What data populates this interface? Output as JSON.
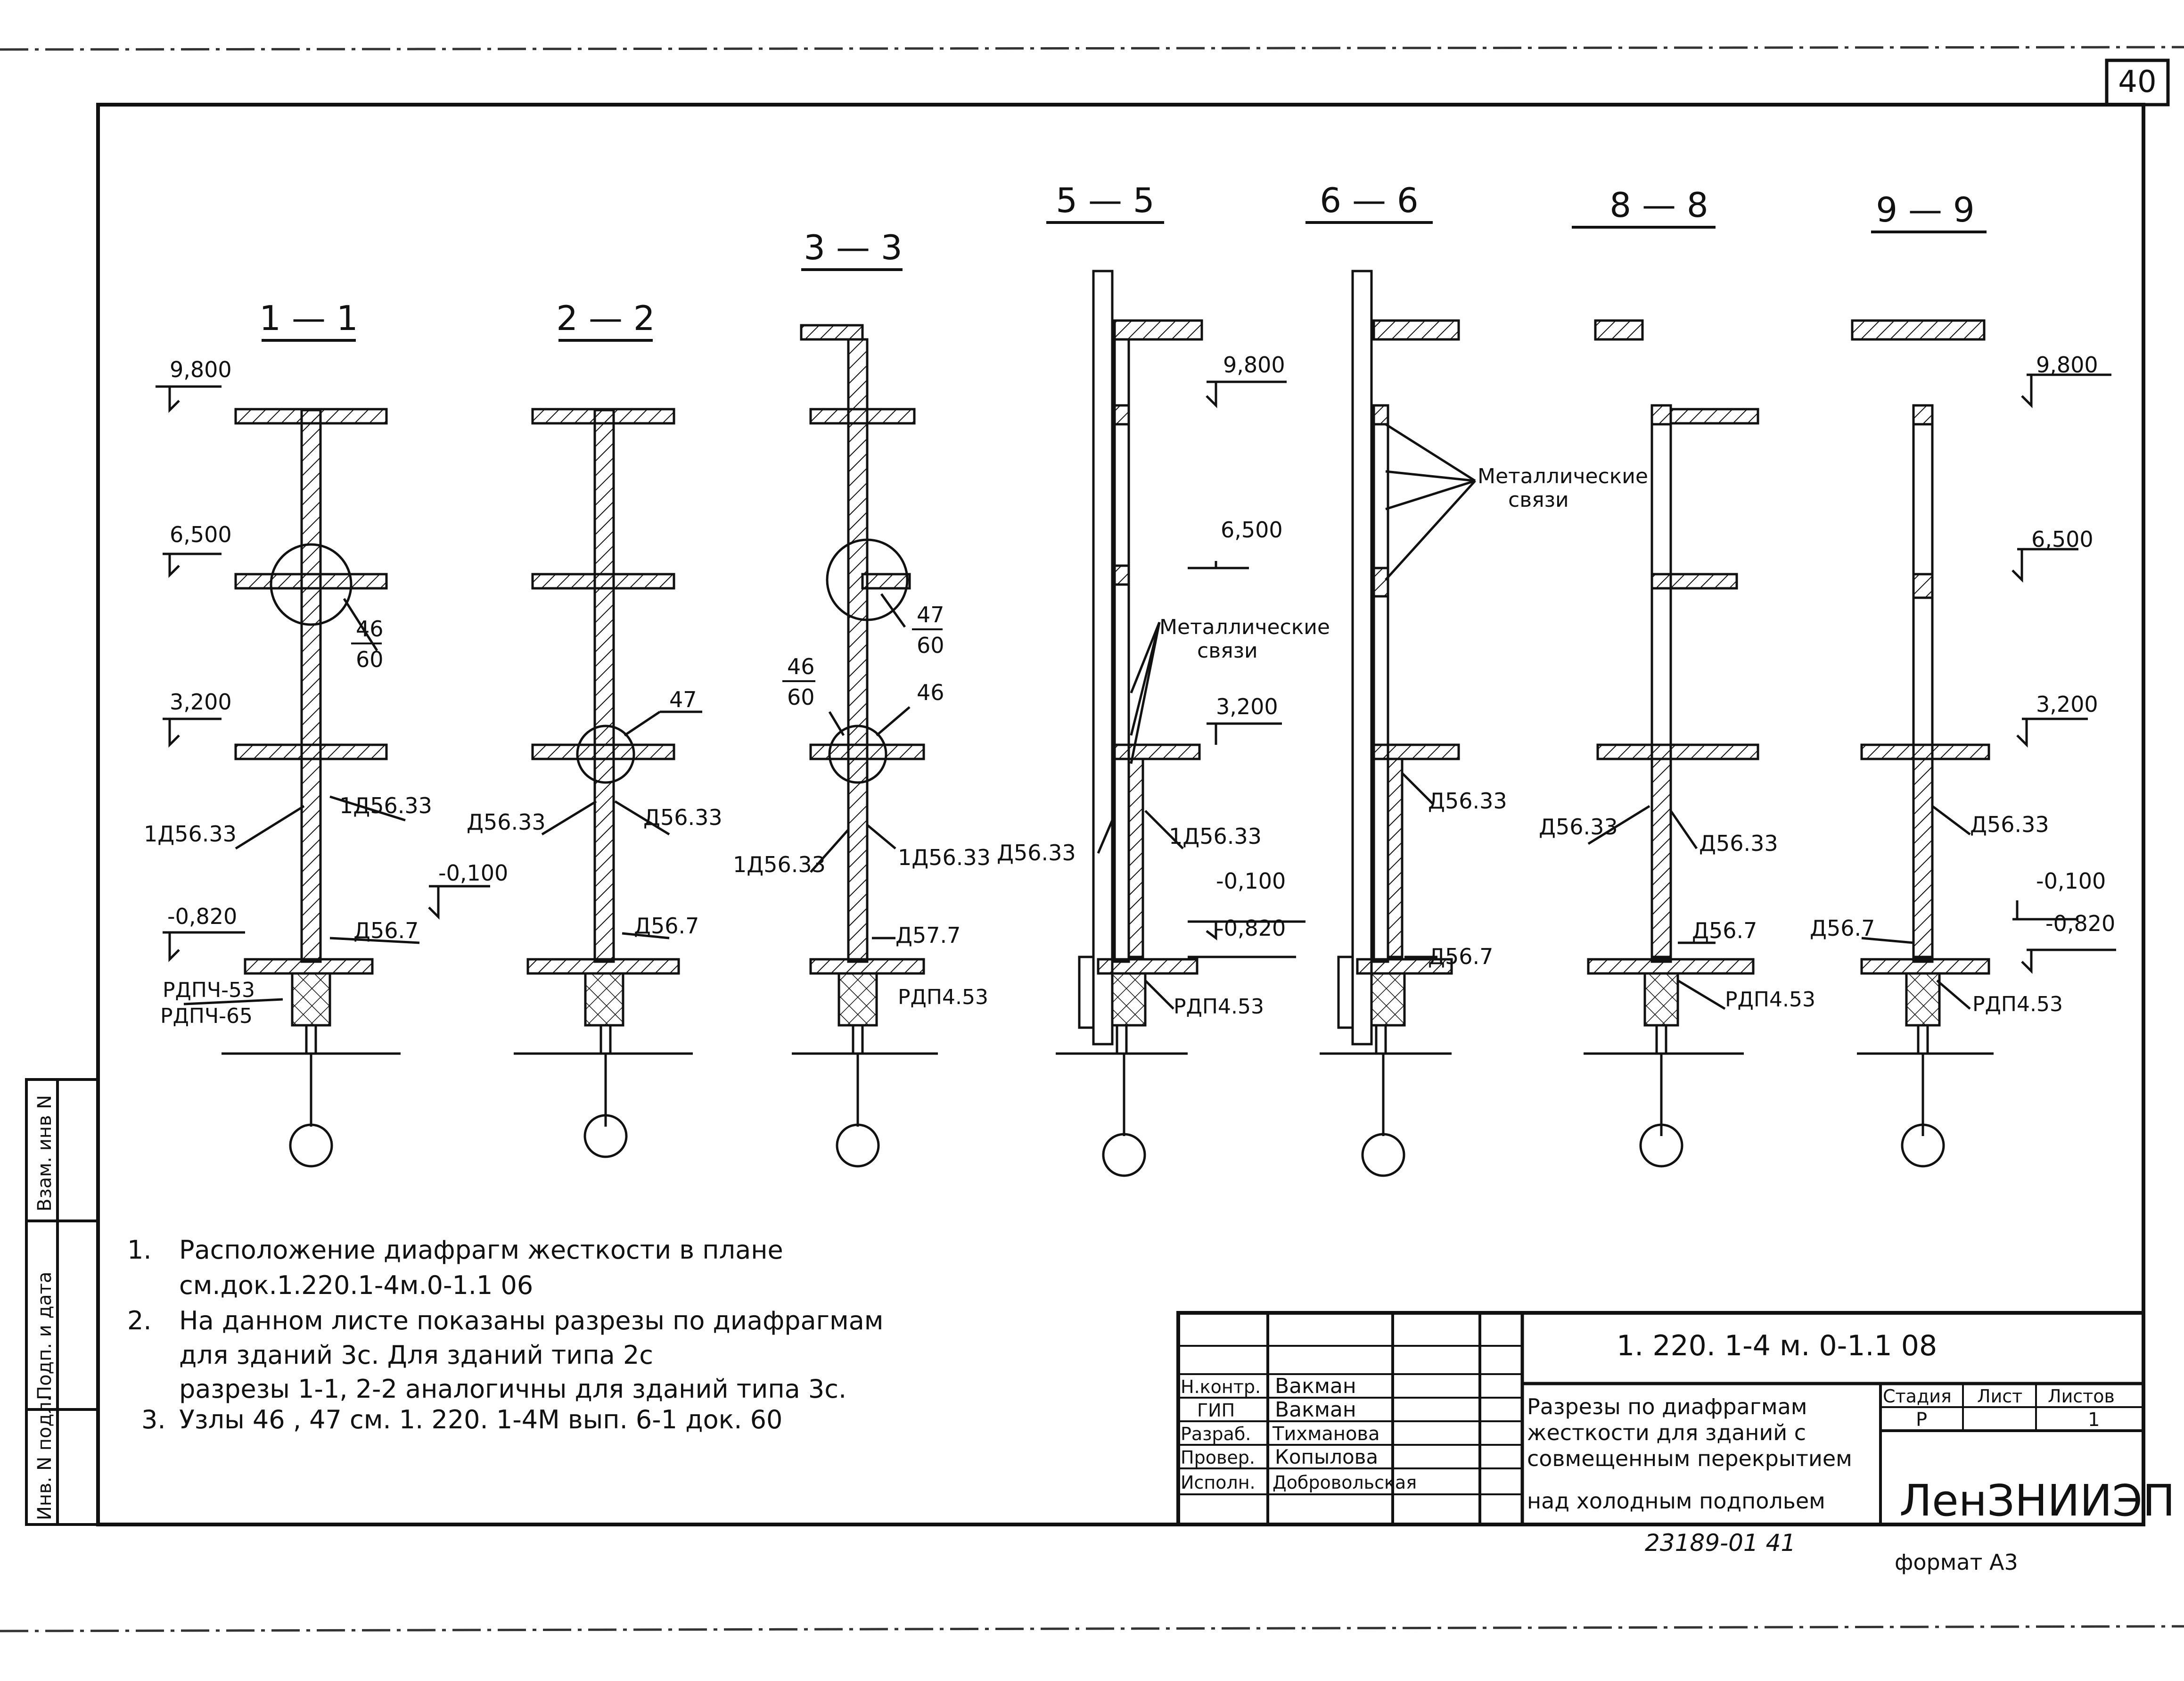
{
  "page_number": "40",
  "sections": [
    {
      "id": "s1",
      "title": "1 — 1"
    },
    {
      "id": "s2",
      "title": "2 — 2"
    },
    {
      "id": "s3",
      "title": "3 — 3"
    },
    {
      "id": "s5",
      "title": "5 — 5"
    },
    {
      "id": "s6",
      "title": "6 — 6"
    },
    {
      "id": "s8",
      "title": "8 — 8"
    },
    {
      "id": "s9",
      "title": "9 — 9"
    }
  ],
  "elevations": {
    "e9800": "9,800",
    "e6500": "6,500",
    "e3200": "3,200",
    "em0100": "-0,100",
    "em0820": "-0,820"
  },
  "labels": {
    "s1_left": "1Д56.33",
    "s1_right": "1Д56.33",
    "s1_base": "Д56.7",
    "s1_found1": "РДПЧ-53",
    "s1_found2": "РДПЧ-65",
    "s1_node_a": "46",
    "s1_node_b": "60",
    "s2_node": "47",
    "s2_left": "Д56.33",
    "s2_right": "Д56.33",
    "s2_base": "Д56.7",
    "s3_node_a": "47",
    "s3_node_b": "60",
    "s3_node_c": "46",
    "s3_node_d": "60",
    "s3_node_e": "46",
    "s3_left": "1Д56.33",
    "s3_right": "1Д56.33",
    "s3_base": "Д57.7",
    "s3_found": "РДП4.53",
    "s5_metal": "Металлические",
    "s5_metal2": "связи",
    "s5_left": "Д56.33",
    "s5_right": "1Д56.33",
    "s5_found": "РДП4.53",
    "s6_metal": "Металлические",
    "s6_metal2": "связи",
    "s6_right": "Д56.33",
    "s6_base": "Д56.7",
    "s8_left": "Д56.33",
    "s8_right": "Д56.33",
    "s8_base": "Д56.7",
    "s8_found": "РДП4.53",
    "s9_right": "Д56.33",
    "s9_base": "Д56.7",
    "s9_found": "РДП4.53"
  },
  "notes": [
    {
      "num": "1.",
      "text1": "Расположение диафрагм жесткости в плане",
      "text2": "см.док.1.220.1-4м.0-1.1  06"
    },
    {
      "num": "2.",
      "text1": "На данном  листе  показаны разрезы по диафрагмам",
      "text2": "для  зданий  3с.  Для  зданий  типа 2с",
      "text3": "разрезы  1-1,  2-2 аналогичны для  зданий  типа 3с."
    },
    {
      "num": "3.",
      "text1": "Узлы 46 ,  47 см.  1. 220. 1-4М  вып. 6-1  док. 60"
    }
  ],
  "titleblock": {
    "code": "1. 220. 1-4   м.      0-1.1   08",
    "roles": [
      "Н.контр.",
      "ГИП",
      "Разраб.",
      "Провер.",
      "Исполн."
    ],
    "names": [
      "Вакман",
      "Вакман",
      "Тихманова",
      "Копылова",
      "Добровольская"
    ],
    "title1": "Разрезы по диафрагмам",
    "title2": "жесткости для зданий с",
    "title3": "совмещенным перекрытием",
    "title4": "над холодным подпольем",
    "stage_hdr": "Стадия",
    "sheet_hdr": "Лист",
    "sheets_hdr": "Листов",
    "stage": "Р",
    "sheets": "1",
    "org": "ЛенЗНИИЭП",
    "inv": "23189-01    41",
    "format": "формат А3"
  },
  "sidebar": [
    "Инв. N подл.",
    "Подп. и дата",
    "Взам. инв N"
  ]
}
